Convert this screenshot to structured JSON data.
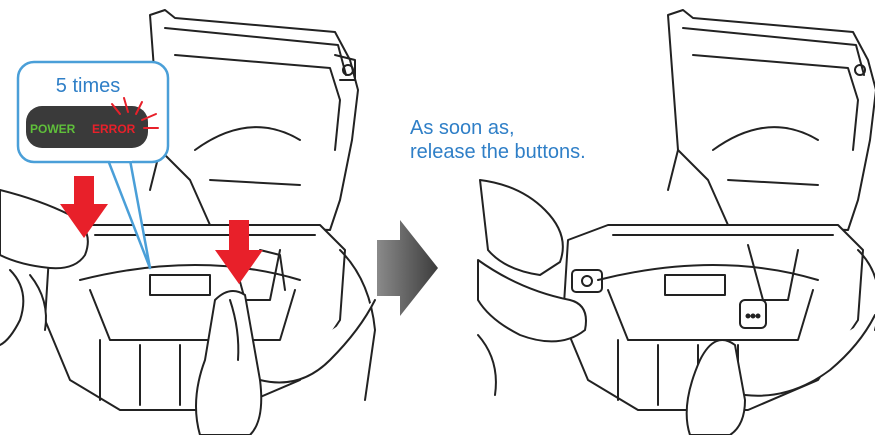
{
  "callout": {
    "count_label": "5 times",
    "power_label": "POWER",
    "error_label": "ERROR"
  },
  "instruction": {
    "line1": "As soon as,",
    "line2": "release the buttons."
  },
  "colors": {
    "callout_border": "#4a9fd8",
    "panel": "#3a3a3a",
    "power_green": "#5fbf3a",
    "error_red": "#e8202a",
    "press_arrow": "#e8202a",
    "instruction_text": "#2f7fc7",
    "step_arrow": "#555555"
  },
  "icons": [
    "press-down-arrow-icon",
    "step-arrow-icon",
    "blink-rays-icon"
  ]
}
